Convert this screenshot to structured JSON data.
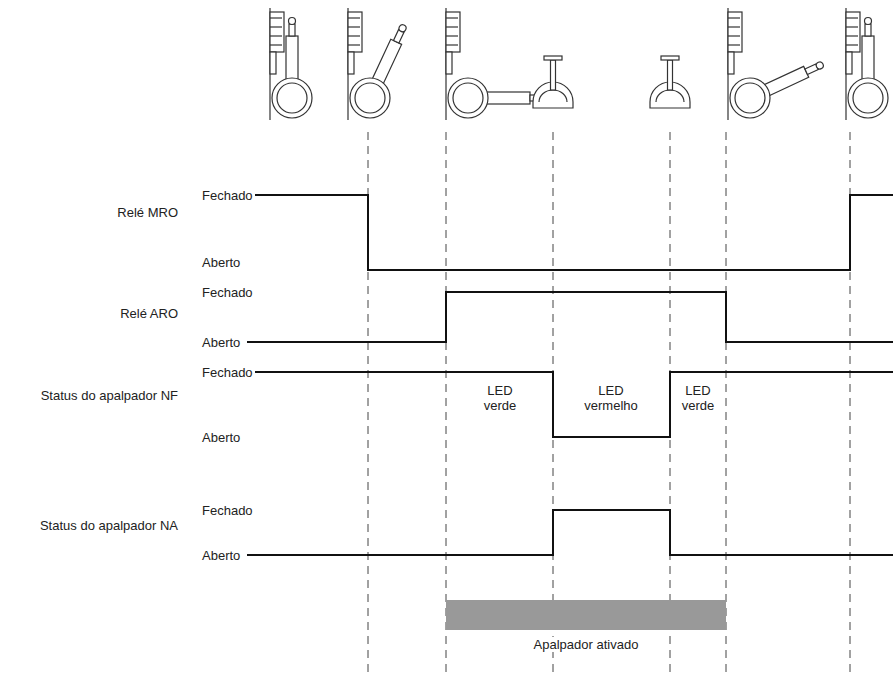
{
  "diagram": {
    "nodes": [
      {
        "text": [
          "Apalpador ativado"
        ]
      }
    ],
    "labels": [
      "Relé MRO",
      "Fechado",
      "Aberto",
      "Relé ARO",
      "Fechado",
      "Aberto",
      "Status do apalpador NF",
      "Fechado",
      "Aberto",
      "LED verde",
      "LED vermelho",
      "LED verde",
      "Status do apalpador NA",
      "Fechado",
      "Aberto"
    ]
  }
}
